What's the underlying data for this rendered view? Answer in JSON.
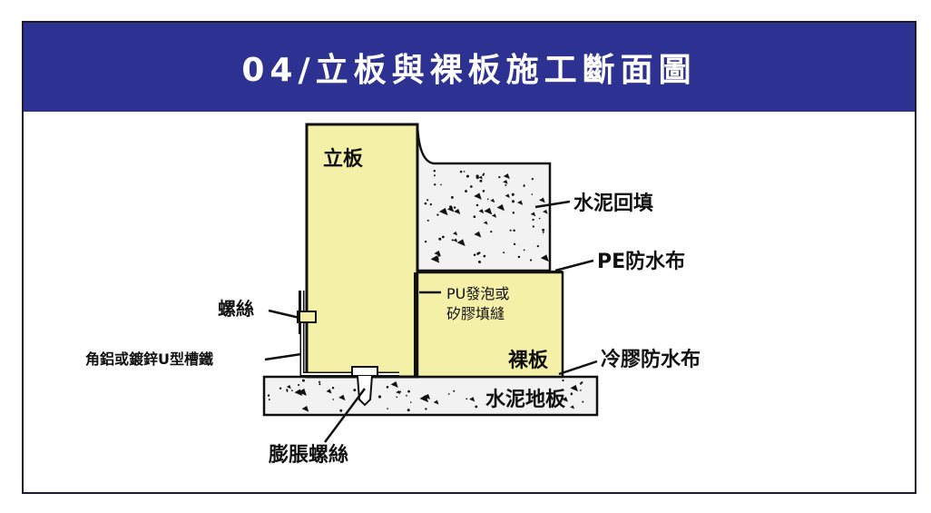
{
  "title": "04/立板與裸板施工斷面圖",
  "colors": {
    "header_bg": "#2d3192",
    "header_text": "#ffffff",
    "board_fill": "#f5f0a8",
    "outline": "#111111",
    "concrete_fill": "#f2f2f2"
  },
  "labels": {
    "standing_board": "立板",
    "bare_board": "裸板",
    "cement_backfill": "水泥回填",
    "pe_waterproof": "PE防水布",
    "pu_foam_line1": "PU發泡或",
    "pu_foam_line2": "矽膠填縫",
    "cold_glue_waterproof": "冷膠防水布",
    "cement_floor": "水泥地板",
    "screw": "螺絲",
    "u_channel": "角鋁或鍍鋅U型槽鐵",
    "expansion_screw": "膨脹螺絲"
  }
}
